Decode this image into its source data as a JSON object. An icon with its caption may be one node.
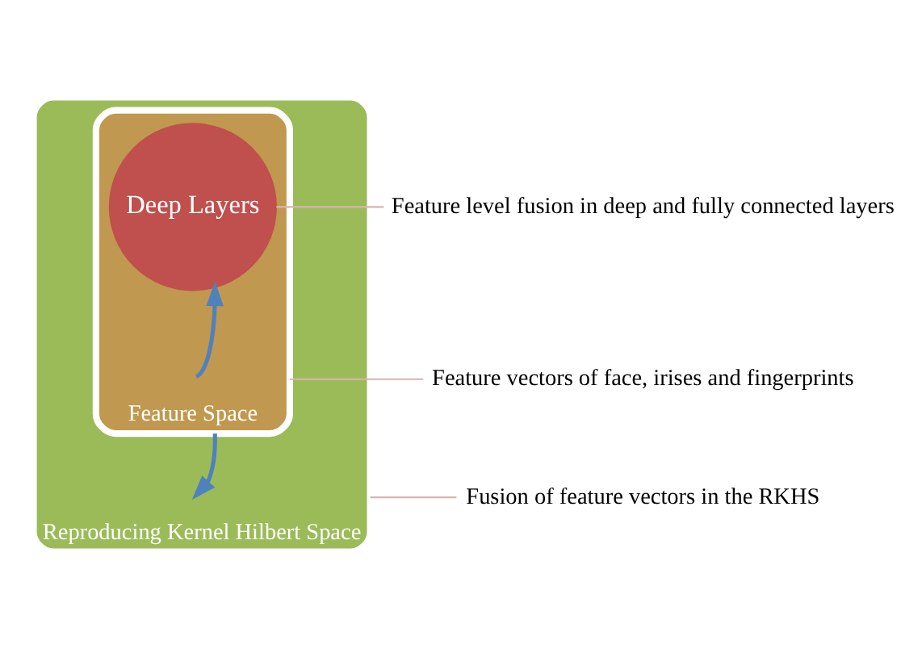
{
  "diagram": {
    "nodes": [
      {
        "text": [
          "Reproducing Kernel Hilbert Space"
        ]
      },
      {
        "text": [
          "Feature Space"
        ],
        "in": 0
      },
      {
        "text": [
          "Deep Layers"
        ],
        "in": 1
      },
      {
        "text": [
          "Feature level fusion in deep and fully connected layers"
        ]
      },
      {
        "text": [
          "Feature vectors of face, irises and fingerprints"
        ]
      },
      {
        "text": [
          "Fusion of feature vectors in the RKHS"
        ]
      }
    ],
    "edges": [
      {
        "from": 3,
        "to": 2,
        "arrow": "none"
      },
      {
        "from": 4,
        "to": 1,
        "arrow": "none"
      },
      {
        "from": 5,
        "to": 0,
        "arrow": "none"
      },
      {
        "from": 1,
        "to": 2,
        "arrow": "to",
        "color": "#4f81bd",
        "style": "thick"
      },
      {
        "from": 1,
        "to": 0,
        "arrow": "to",
        "color": "#4f81bd",
        "style": "thick"
      }
    ]
  }
}
